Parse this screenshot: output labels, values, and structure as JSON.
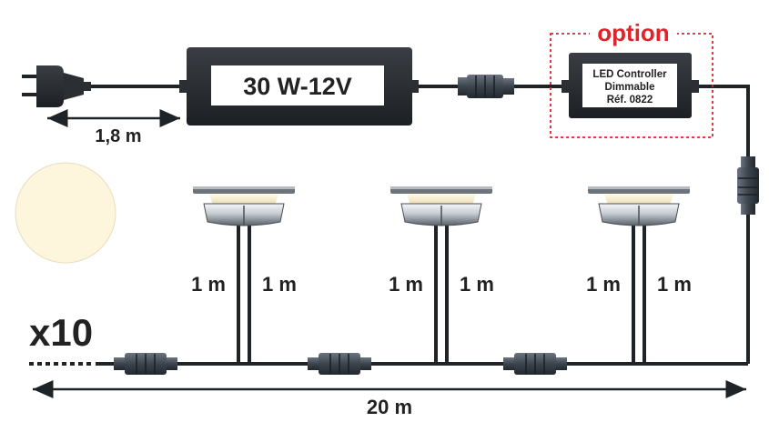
{
  "plug_cable_length": "1,8 m",
  "transformer": {
    "label": "30 W-12V"
  },
  "option": {
    "title": "option",
    "title_color": "#e0242a",
    "controller_line1": "LED Controller",
    "controller_line2": "Dimmable",
    "controller_line3": "Réf. 0822"
  },
  "light_color": "#fdf6dc",
  "spot_cable_labels": [
    "1 m",
    "1 m",
    "1 m",
    "1 m",
    "1 m",
    "1 m"
  ],
  "quantity": "x10",
  "total_length": "20 m",
  "colors": {
    "cable": "#1e2328",
    "device": "#2b2e33",
    "label_box": "#ffffff",
    "dashed_border": "#d9232b"
  }
}
